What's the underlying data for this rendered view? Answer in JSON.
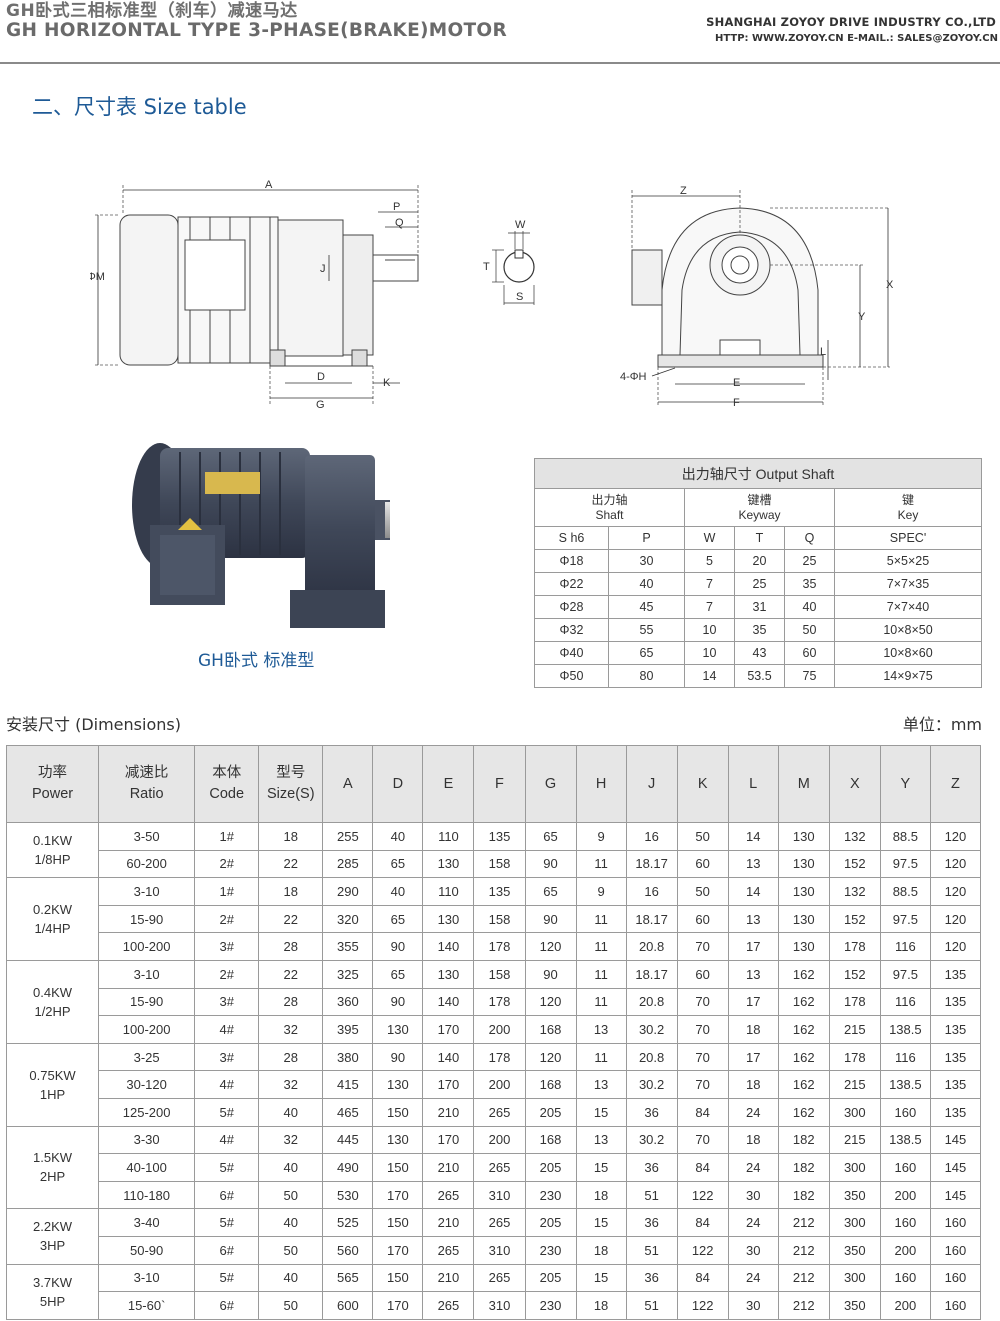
{
  "header": {
    "title_cn": "GH卧式三相标准型（刹车）减速马达",
    "title_en": "GH HORIZONTAL TYPE 3-PHASE(BRAKE)MOTOR",
    "company": "SHANGHAI ZOYOY DRIVE INDUSTRY CO.,LTD",
    "contact": "HTTP: WWW.ZOYOY.CN  E-MAIL.: SALES@ZOYOY.CN"
  },
  "section_title": "二、尺寸表 Size table",
  "drawing_labels": {
    "side": {
      "A": "A",
      "P": "P",
      "Q": "Q",
      "M": "ΦM",
      "J": "J",
      "D": "D",
      "G": "G",
      "K": "K"
    },
    "shaft": {
      "W": "W",
      "T": "T",
      "S": "S"
    },
    "front": {
      "Z": "Z",
      "X": "X",
      "Y": "Y",
      "L": "L",
      "H": "4-ΦH",
      "E": "E",
      "F": "F"
    }
  },
  "photo_caption": "GH卧式 标准型",
  "shaft_table": {
    "title": "出力轴尺寸 Output Shaft",
    "groups": [
      {
        "cn": "出力轴",
        "en": "Shaft"
      },
      {
        "cn": "键槽",
        "en": "Keyway"
      },
      {
        "cn": "键",
        "en": "Key"
      }
    ],
    "columns": [
      "S   h6",
      "P",
      "W",
      "T",
      "Q",
      "SPEC'"
    ],
    "rows": [
      [
        "Φ18",
        "30",
        "5",
        "20",
        "25",
        "5×5×25"
      ],
      [
        "Φ22",
        "40",
        "7",
        "25",
        "35",
        "7×7×35"
      ],
      [
        "Φ28",
        "45",
        "7",
        "31",
        "40",
        "7×7×40"
      ],
      [
        "Φ32",
        "55",
        "10",
        "35",
        "50",
        "10×8×50"
      ],
      [
        "Φ40",
        "65",
        "10",
        "43",
        "60",
        "10×8×60"
      ],
      [
        "Φ50",
        "80",
        "14",
        "53.5",
        "75",
        "14×9×75"
      ]
    ]
  },
  "dimensions": {
    "title": "安装尺寸 (Dimensions)",
    "unit": "单位：mm",
    "headers": [
      {
        "cn": "功率",
        "en": "Power"
      },
      {
        "cn": "减速比",
        "en": "Ratio"
      },
      {
        "cn": "本体",
        "en": "Code"
      },
      {
        "cn": "型号",
        "en": "Size(S)"
      },
      {
        "cn": "",
        "en": "A"
      },
      {
        "cn": "",
        "en": "D"
      },
      {
        "cn": "",
        "en": "E"
      },
      {
        "cn": "",
        "en": "F"
      },
      {
        "cn": "",
        "en": "G"
      },
      {
        "cn": "",
        "en": "H"
      },
      {
        "cn": "",
        "en": "J"
      },
      {
        "cn": "",
        "en": "K"
      },
      {
        "cn": "",
        "en": "L"
      },
      {
        "cn": "",
        "en": "M"
      },
      {
        "cn": "",
        "en": "X"
      },
      {
        "cn": "",
        "en": "Y"
      },
      {
        "cn": "",
        "en": "Z"
      }
    ],
    "groups": [
      {
        "power_kw": "0.1KW",
        "power_hp": "1/8HP",
        "rows": [
          [
            "3-50",
            "1#",
            "18",
            "255",
            "40",
            "110",
            "135",
            "65",
            "9",
            "16",
            "50",
            "14",
            "130",
            "132",
            "88.5",
            "120"
          ],
          [
            "60-200",
            "2#",
            "22",
            "285",
            "65",
            "130",
            "158",
            "90",
            "11",
            "18.17",
            "60",
            "13",
            "130",
            "152",
            "97.5",
            "120"
          ]
        ]
      },
      {
        "power_kw": "0.2KW",
        "power_hp": "1/4HP",
        "rows": [
          [
            "3-10",
            "1#",
            "18",
            "290",
            "40",
            "110",
            "135",
            "65",
            "9",
            "16",
            "50",
            "14",
            "130",
            "132",
            "88.5",
            "120"
          ],
          [
            "15-90",
            "2#",
            "22",
            "320",
            "65",
            "130",
            "158",
            "90",
            "11",
            "18.17",
            "60",
            "13",
            "130",
            "152",
            "97.5",
            "120"
          ],
          [
            "100-200",
            "3#",
            "28",
            "355",
            "90",
            "140",
            "178",
            "120",
            "11",
            "20.8",
            "70",
            "17",
            "130",
            "178",
            "116",
            "120"
          ]
        ]
      },
      {
        "power_kw": "0.4KW",
        "power_hp": "1/2HP",
        "rows": [
          [
            "3-10",
            "2#",
            "22",
            "325",
            "65",
            "130",
            "158",
            "90",
            "11",
            "18.17",
            "60",
            "13",
            "162",
            "152",
            "97.5",
            "135"
          ],
          [
            "15-90",
            "3#",
            "28",
            "360",
            "90",
            "140",
            "178",
            "120",
            "11",
            "20.8",
            "70",
            "17",
            "162",
            "178",
            "116",
            "135"
          ],
          [
            "100-200",
            "4#",
            "32",
            "395",
            "130",
            "170",
            "200",
            "168",
            "13",
            "30.2",
            "70",
            "18",
            "162",
            "215",
            "138.5",
            "135"
          ]
        ]
      },
      {
        "power_kw": "0.75KW",
        "power_hp": "1HP",
        "rows": [
          [
            "3-25",
            "3#",
            "28",
            "380",
            "90",
            "140",
            "178",
            "120",
            "11",
            "20.8",
            "70",
            "17",
            "162",
            "178",
            "116",
            "135"
          ],
          [
            "30-120",
            "4#",
            "32",
            "415",
            "130",
            "170",
            "200",
            "168",
            "13",
            "30.2",
            "70",
            "18",
            "162",
            "215",
            "138.5",
            "135"
          ],
          [
            "125-200",
            "5#",
            "40",
            "465",
            "150",
            "210",
            "265",
            "205",
            "15",
            "36",
            "84",
            "24",
            "162",
            "300",
            "160",
            "135"
          ]
        ]
      },
      {
        "power_kw": "1.5KW",
        "power_hp": "2HP",
        "rows": [
          [
            "3-30",
            "4#",
            "32",
            "445",
            "130",
            "170",
            "200",
            "168",
            "13",
            "30.2",
            "70",
            "18",
            "182",
            "215",
            "138.5",
            "145"
          ],
          [
            "40-100",
            "5#",
            "40",
            "490",
            "150",
            "210",
            "265",
            "205",
            "15",
            "36",
            "84",
            "24",
            "182",
            "300",
            "160",
            "145"
          ],
          [
            "110-180",
            "6#",
            "50",
            "530",
            "170",
            "265",
            "310",
            "230",
            "18",
            "51",
            "122",
            "30",
            "182",
            "350",
            "200",
            "145"
          ]
        ]
      },
      {
        "power_kw": "2.2KW",
        "power_hp": "3HP",
        "rows": [
          [
            "3-40",
            "5#",
            "40",
            "525",
            "150",
            "210",
            "265",
            "205",
            "15",
            "36",
            "84",
            "24",
            "212",
            "300",
            "160",
            "160"
          ],
          [
            "50-90",
            "6#",
            "50",
            "560",
            "170",
            "265",
            "310",
            "230",
            "18",
            "51",
            "122",
            "30",
            "212",
            "350",
            "200",
            "160"
          ]
        ]
      },
      {
        "power_kw": "3.7KW",
        "power_hp": "5HP",
        "rows": [
          [
            "3-10",
            "5#",
            "40",
            "565",
            "150",
            "210",
            "265",
            "205",
            "15",
            "36",
            "84",
            "24",
            "212",
            "300",
            "160",
            "160"
          ],
          [
            "15-60`",
            "6#",
            "50",
            "600",
            "170",
            "265",
            "310",
            "230",
            "18",
            "51",
            "122",
            "30",
            "212",
            "350",
            "200",
            "160"
          ]
        ]
      }
    ]
  }
}
